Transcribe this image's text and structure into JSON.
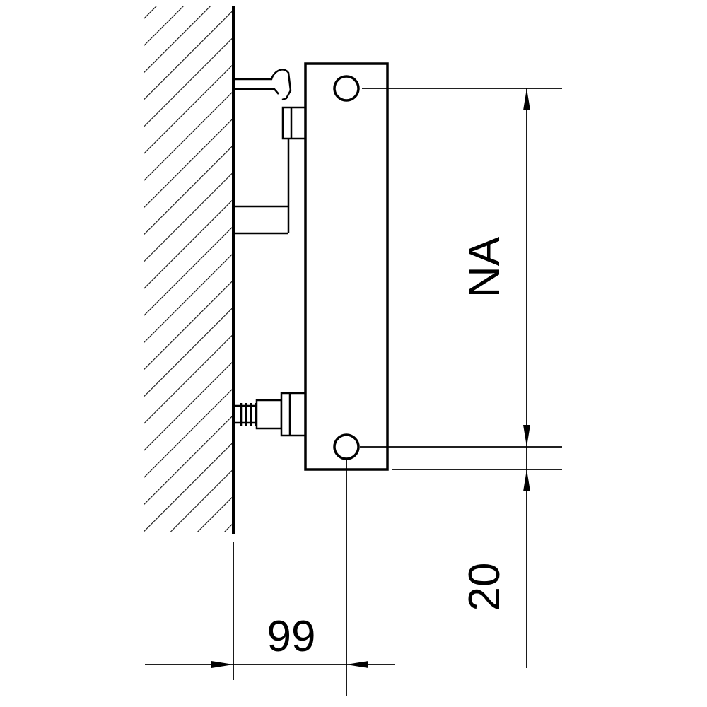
{
  "diagram": {
    "title": "radiator-wall-mounting-side-view",
    "labels": {
      "hub_distance": "NA",
      "bottom_offset": "20",
      "wall_to_axis": "99"
    },
    "colors": {
      "line": "#000000",
      "background": "#ffffff"
    }
  }
}
